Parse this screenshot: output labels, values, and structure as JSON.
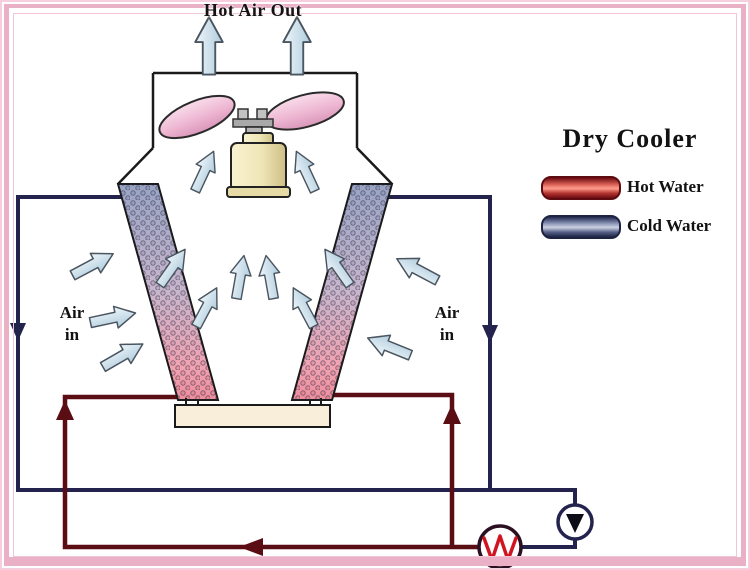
{
  "top_label": "Hot Air Out",
  "title": "Dry Cooler",
  "air_in_left": {
    "line1": "Air",
    "line2": "in"
  },
  "air_in_right": {
    "line1": "Air",
    "line2": "in"
  },
  "legend": {
    "items": [
      {
        "label": "Hot Water",
        "color": "#5e0b10"
      },
      {
        "label": "Cold Water",
        "color": "#1d2342"
      }
    ]
  },
  "colors": {
    "hot_pipe": "#5a0d12",
    "cold_pipe": "#23234d",
    "frame_pink": "#eab0c6",
    "air_arrow_fill": "#cfe3ee",
    "fan_blade": "#efc0d8",
    "motor_body": "#efe6b8",
    "basin": "#f8eed9",
    "coil_cold_end": "#98a4c4",
    "coil_hot_end": "#f2a2b0",
    "heater_zigzag": "#d01520"
  }
}
